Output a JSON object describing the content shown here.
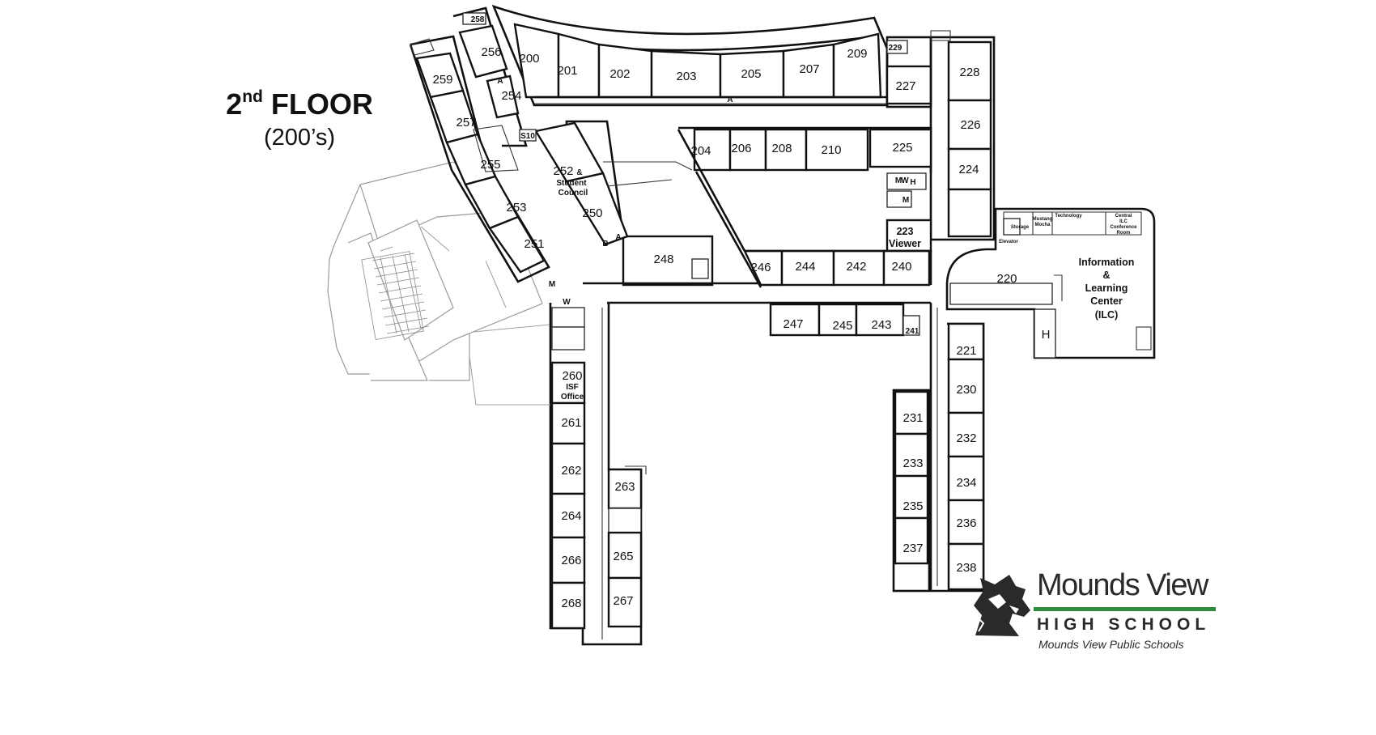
{
  "title": {
    "floor": "2",
    "sup": "nd",
    "floor_word": " FLOOR",
    "subtitle": "(200’s)"
  },
  "logo": {
    "name": "Mounds View",
    "school": "HIGH SCHOOL",
    "district": "Mounds View Public Schools"
  },
  "rooms": {
    "r200": "200",
    "r201": "201",
    "r202": "202",
    "r203": "203",
    "r205": "205",
    "r207": "207",
    "r209": "209",
    "r204": "204",
    "r206": "206",
    "r208": "208",
    "r210": "210",
    "r225": "225",
    "r227": "227",
    "r228": "228",
    "r226": "226",
    "r224": "224",
    "r229": "229",
    "r223": "223",
    "r223b": "Viewer",
    "r240": "240",
    "r242": "242",
    "r244": "244",
    "r246": "246",
    "r248": "248",
    "r250": "250",
    "r252": "252",
    "r252a": "&",
    "r252b": "Student",
    "r252c": "Council",
    "r251": "251",
    "r253": "253",
    "r255": "255",
    "r257": "257",
    "r259": "259",
    "r254": "254",
    "r256": "256",
    "r258": "258",
    "s10": "S10",
    "r247": "247",
    "r245": "245",
    "r243": "243",
    "r241": "241",
    "r220": "220",
    "ilc1": "Information",
    "ilc2": "&",
    "ilc3": "Learning",
    "ilc4": "Center",
    "ilc5": "(ILC)",
    "r221": "221",
    "r230": "230",
    "r232": "232",
    "r234": "234",
    "r236": "236",
    "r238": "238",
    "r231": "231",
    "r233": "233",
    "r235": "235",
    "r237": "237",
    "r260": "260",
    "r260b": "ISF",
    "r260c": "Office",
    "r261": "261",
    "r262": "262",
    "r264": "264",
    "r266": "266",
    "r268": "268",
    "r263": "263",
    "r265": "265",
    "r267": "267"
  },
  "markers": {
    "a1": "A",
    "a2": "A",
    "a3": "A",
    "b": "B",
    "w1": "W",
    "w2": "W",
    "h1": "H",
    "h2": "H",
    "m1": "M",
    "m2": "M",
    "m3": "M"
  },
  "ilc_small": {
    "s1": "Mustang",
    "s2": "Mocha",
    "s3": "Technology",
    "s4": "Central",
    "s5": "ILC",
    "s6": "Conference",
    "s7": "Room",
    "s8": "Storage",
    "s9": "Elevator"
  }
}
